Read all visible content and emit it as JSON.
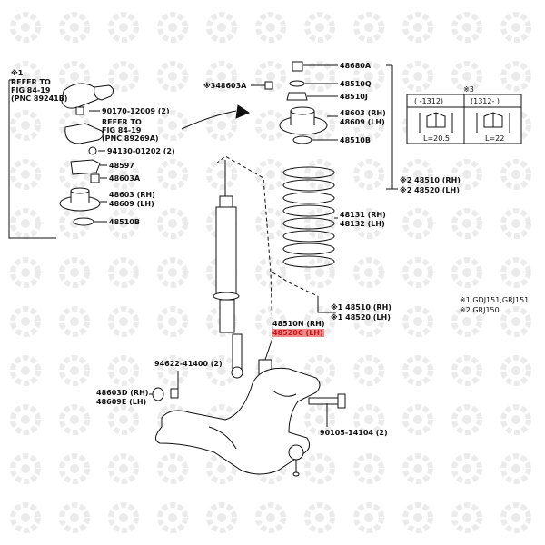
{
  "footnote_marks": {
    "note1_header": "※1",
    "note3_header": "※3"
  },
  "left_panel": {
    "refer1_line1": "REFER TO",
    "refer1_line2": "FIG 84-19",
    "refer1_line3": "(PNC 89241B)",
    "bolt_90170": "90170-12009 (2)",
    "refer2_line1": "REFER TO",
    "refer2_line2": "FIG 84-19",
    "refer2_line3": "(PNC 89269A)",
    "bolt_94130": "94130-01202 (2)",
    "part_48597": "48597",
    "part_48603A": "48603A",
    "support_rh": "48603 (RH)",
    "support_lh": "48609 (LH)",
    "part_48510B": "48510B"
  },
  "top_center": {
    "part_48603A_mark": "※3",
    "part_48603A": "48603A",
    "part_48680A": "48680A",
    "part_48510Q": "48510Q",
    "part_48510J": "48510J",
    "support_rh": "48603 (RH)",
    "support_lh": "48609 (LH)",
    "part_48510B": "48510B"
  },
  "spring": {
    "rh": "48131 (RH)",
    "lh": "48132 (LH)"
  },
  "assembly_note2": {
    "mark": "※2",
    "rh": "48510 (RH)",
    "lh": "48520 (LH)"
  },
  "assembly_note1": {
    "mark": "※1",
    "rh": "48510 (RH)",
    "lh": "48520 (LH)"
  },
  "absorber": {
    "rh": "48510N (RH)",
    "lh_highlighted": "48520C (LH)"
  },
  "lower": {
    "nut_94622": "94622-41400 (2)",
    "cushion_rh": "48603D (RH)",
    "cushion_lh": "48609E (LH)",
    "bolt_90105": "90105-14104 (2)"
  },
  "legend": {
    "note1": "※1 GDJ151,GRJ151",
    "note2": "※2 GRJ150"
  },
  "table": {
    "col1_header": "(   -1312)",
    "col2_header": "(1312-   )",
    "col1_l": "L=20.5",
    "col2_l": "L=22"
  },
  "colors": {
    "line": "#111111",
    "watermark": "#ebebeb",
    "highlight_fill": "#f08a8a",
    "highlight_text": "#c0191e"
  }
}
